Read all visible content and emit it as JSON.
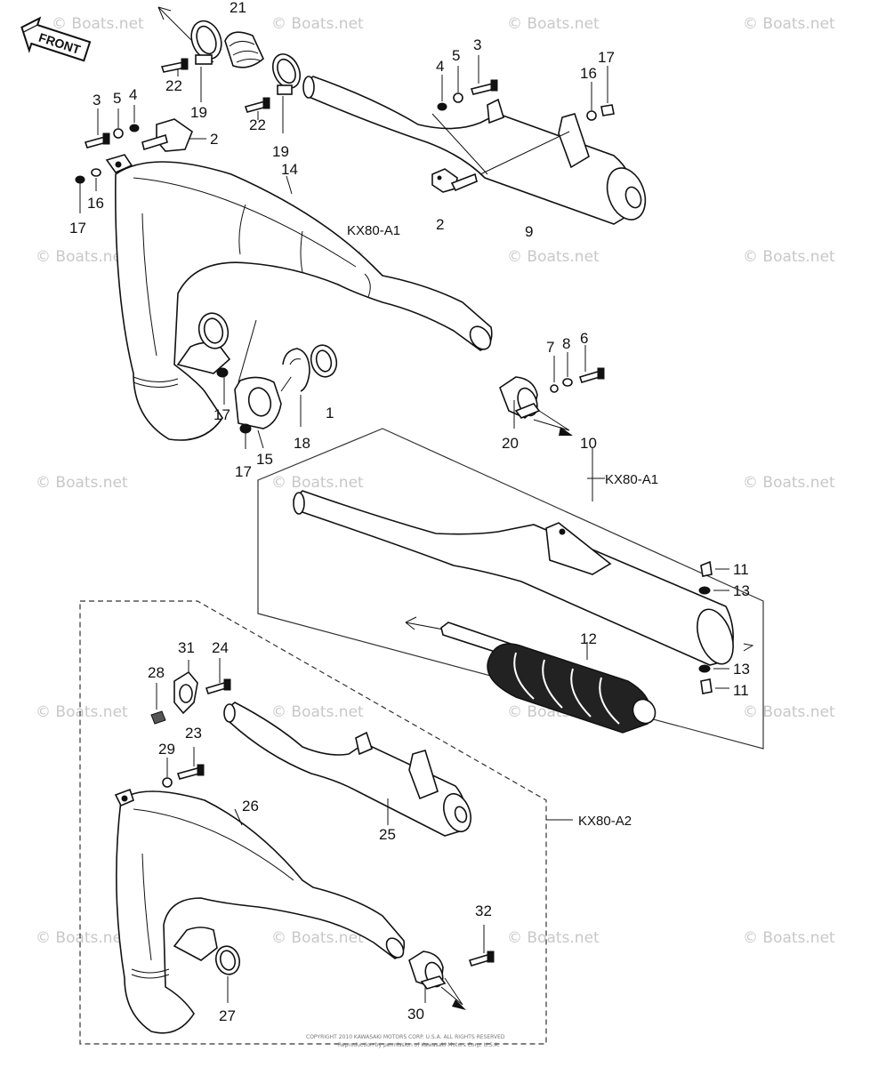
{
  "diagram": {
    "front_label": "FRONT",
    "model_labels": {
      "a1_upper": "KX80-A1",
      "a1_box": "KX80-A1",
      "a2": "KX80-A2"
    },
    "watermark": "© Boats.net",
    "copyright_line": "COPYRIGHT 2010 KAWASAKI MOTORS CORP. U.S.A. ALL RIGHTS RESERVED",
    "copyright_line2": "Reproduction by permission of Kawasaki Motors Corp. U.S.A.",
    "part_labels": [
      "1",
      "2",
      "3",
      "4",
      "5",
      "6",
      "7",
      "8",
      "9",
      "10",
      "11",
      "12",
      "13",
      "14",
      "15",
      "16",
      "17",
      "18",
      "19",
      "20",
      "21",
      "22",
      "23",
      "24",
      "25",
      "26",
      "27",
      "28",
      "29",
      "30",
      "31",
      "32"
    ]
  }
}
